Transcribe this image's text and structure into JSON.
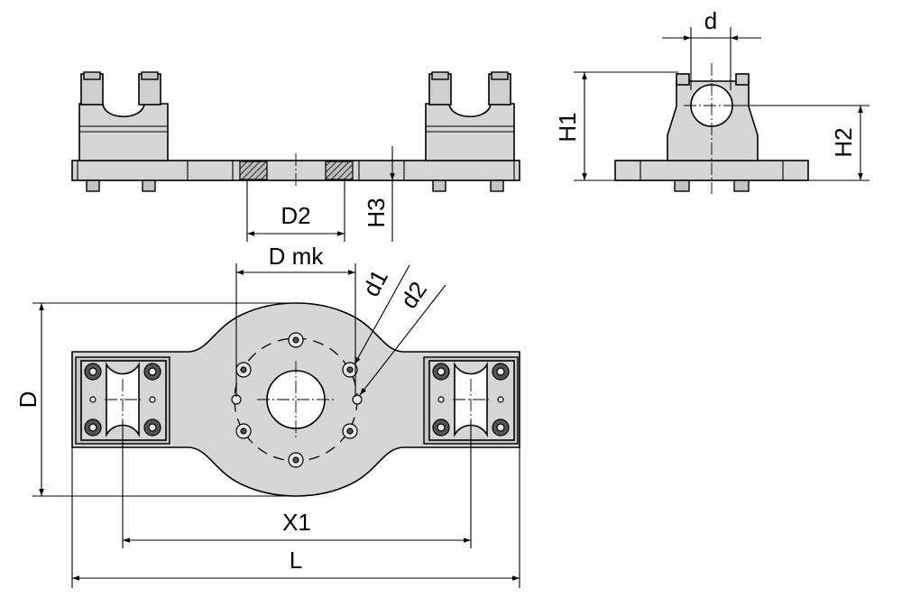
{
  "labels": {
    "d": "d",
    "H1": "H1",
    "H2": "H2",
    "H3": "H3",
    "D2": "D2",
    "Dmk": "D mk",
    "d1": "d1",
    "d2": "d2",
    "D": "D",
    "X1": "X1",
    "L": "L"
  }
}
